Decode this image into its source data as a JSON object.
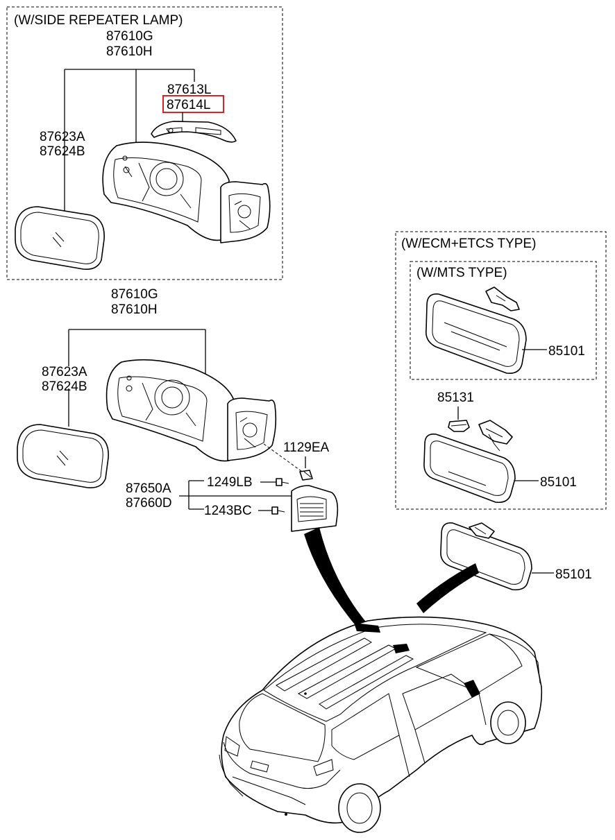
{
  "groups": {
    "side_repeater": "(W/SIDE REPEATER LAMP)",
    "ecm_etcs": "(W/ECM+ETCS TYPE)",
    "mts": "(W/MTS TYPE)"
  },
  "labels": {
    "top_mirror_assy_1": "87610G",
    "top_mirror_assy_2": "87610H",
    "top_cover_1": "87613L",
    "top_cover_2": "87614L",
    "top_glass_1": "87623A",
    "top_glass_2": "87624B",
    "mid_mirror_assy_1": "87610G",
    "mid_mirror_assy_2": "87610H",
    "mid_glass_1": "87623A",
    "mid_glass_2": "87624B",
    "bolt_1129ea": "1129EA",
    "garnish_1": "87650A",
    "garnish_2": "87660D",
    "screw_1249lb": "1249LB",
    "screw_1243bc": "1243BC",
    "inside_mirror_mts": "85101",
    "cover_85131": "85131",
    "inside_mirror_ecm": "85101",
    "inside_mirror_std": "85101"
  },
  "highlight_color": "#e02020"
}
